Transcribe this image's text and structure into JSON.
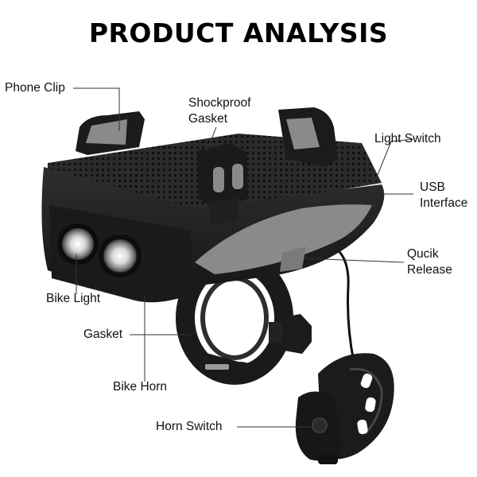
{
  "title": "PRODUCT ANALYSIS",
  "labels": {
    "phone_clip": "Phone Clip",
    "shockproof_gasket": [
      "Shockproof",
      "Gasket"
    ],
    "light_switch": "Light Switch",
    "usb_interface": [
      "USB",
      "Interface"
    ],
    "quick_release": [
      "Qucik",
      "Release"
    ],
    "bike_light": "Bike Light",
    "gasket": "Gasket",
    "bike_horn": "Bike Horn",
    "horn_switch": "Horn Switch"
  },
  "colors": {
    "body": "#1c1c1c",
    "panel": "#2a2a2a",
    "grey_part": "#8a8a8a",
    "line": "#333333"
  }
}
